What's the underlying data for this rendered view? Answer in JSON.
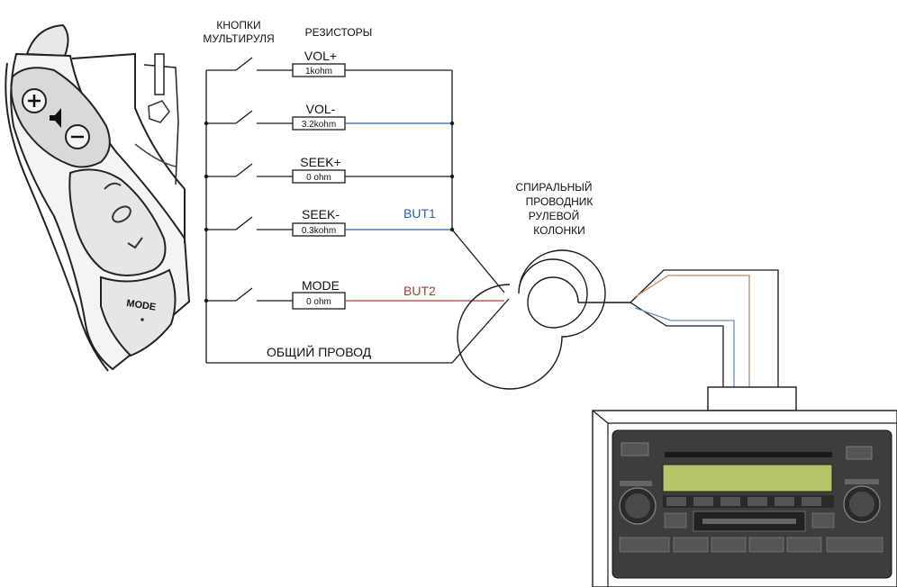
{
  "labels": {
    "buttons_header_line1": "КНОПКИ",
    "buttons_header_line2": "МУЛЬТИРУЛЯ",
    "resistors_header": "РЕЗИСТОРЫ",
    "common_wire": "ОБЩИЙ ПРОВОД",
    "spiral_line1": "СПИРАЛЬНЫЙ",
    "spiral_line2": "ПРОВОДНИК",
    "spiral_line3": "РУЛЕВОЙ",
    "spiral_line4": "КОЛОНКИ",
    "but1": "BUT1",
    "but2": "BUT2",
    "wheel_mode": "MODE"
  },
  "resistors": [
    {
      "name": "VOL+",
      "value": "1kohm"
    },
    {
      "name": "VOL-",
      "value": "3.2kohm"
    },
    {
      "name": "SEEK+",
      "value": "0 ohm"
    },
    {
      "name": "SEEK-",
      "value": "0.3kohm"
    },
    {
      "name": "MODE",
      "value": "0 ohm"
    }
  ],
  "colors": {
    "line": "#1a1a1a",
    "but1": "#2a5ea8",
    "but2": "#a04030",
    "radio_body": "#3d3d3d",
    "radio_display": "#b8c46a"
  },
  "icons": {
    "wheel_plus": "plus-icon",
    "wheel_minus": "minus-icon",
    "wheel_speaker": "speaker-icon"
  }
}
